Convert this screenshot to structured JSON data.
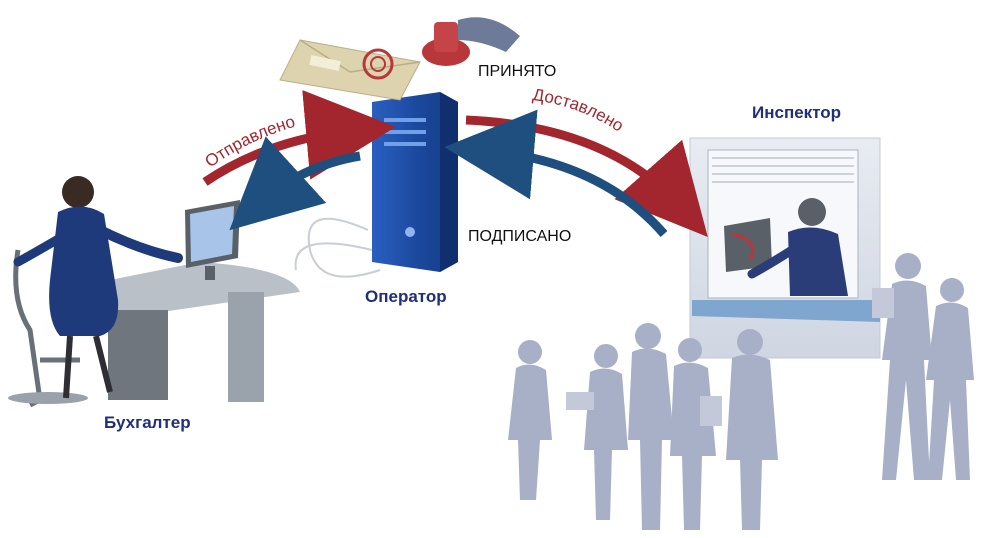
{
  "roles": {
    "accountant": "Бухгалтер",
    "operator": "Оператор",
    "inspector": "Инспектор"
  },
  "statuses": {
    "accepted": "ПРИНЯТО",
    "signed": "ПОДПИСАНО",
    "sent": "Отправлено",
    "delivered": "Доставлено"
  },
  "colors": {
    "role_text": "#1f2f7a",
    "arrow_red": "#a3262e",
    "arrow_blue": "#1e4f7f",
    "server": "#1f4fa8",
    "figures": "#a8b0c8",
    "desk": "#7f8790",
    "envelope": "#ddd3ae",
    "stamp": "#b8373b"
  },
  "icons": {
    "server": "server-tower-icon",
    "envelope": "envelope-icon",
    "stamp": "stamp-icon",
    "monitor": "monitor-icon"
  }
}
